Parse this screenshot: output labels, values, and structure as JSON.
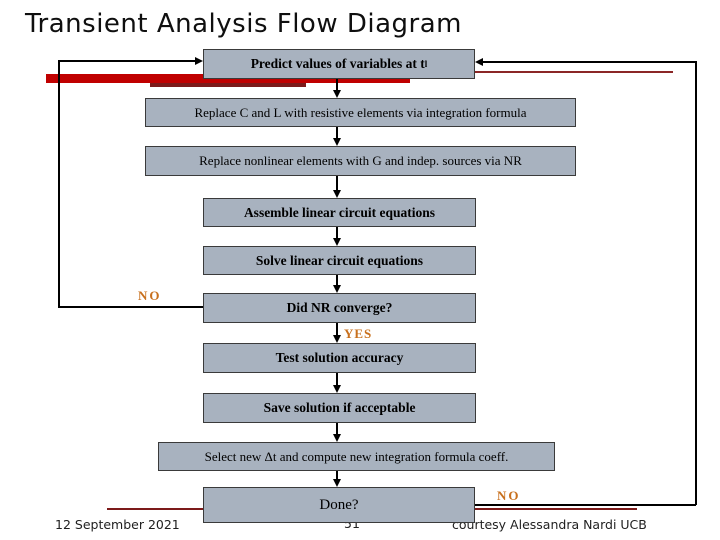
{
  "slide": {
    "title": "Transient Analysis Flow Diagram",
    "footer": {
      "date": "12 September 2021",
      "page_number": "51",
      "credit": "courtesy Alessandra Nardi UCB"
    }
  },
  "flow": {
    "boxes": [
      {
        "id": "predict",
        "label": "Predict values of variables at t",
        "subscript": "l"
      },
      {
        "id": "replace-c-l",
        "label": "Replace C and L with resistive elements via integration formula"
      },
      {
        "id": "replace-nonlinear",
        "label": "Replace nonlinear elements with G and indep. sources via NR"
      },
      {
        "id": "assemble",
        "label": "Assemble linear circuit equations"
      },
      {
        "id": "solve",
        "label": "Solve linear circuit equations"
      },
      {
        "id": "did-nr-converge",
        "label": "Did NR converge?"
      },
      {
        "id": "test-accuracy",
        "label": "Test solution accuracy"
      },
      {
        "id": "save-solution",
        "label": "Save solution if acceptable"
      },
      {
        "id": "select-dt",
        "label": "Select new Δt and compute new integration formula coeff."
      },
      {
        "id": "done",
        "label": "Done?"
      }
    ],
    "branch_labels": {
      "no_left": "NO",
      "yes": "YES",
      "no_right": "NO"
    }
  },
  "colors": {
    "box_fill": "#a8b2bf",
    "box_border": "#3a3a3a",
    "accent_red": "#c00000",
    "accent_dark_red": "#7c1a1a",
    "branch_label": "#c8701d"
  }
}
